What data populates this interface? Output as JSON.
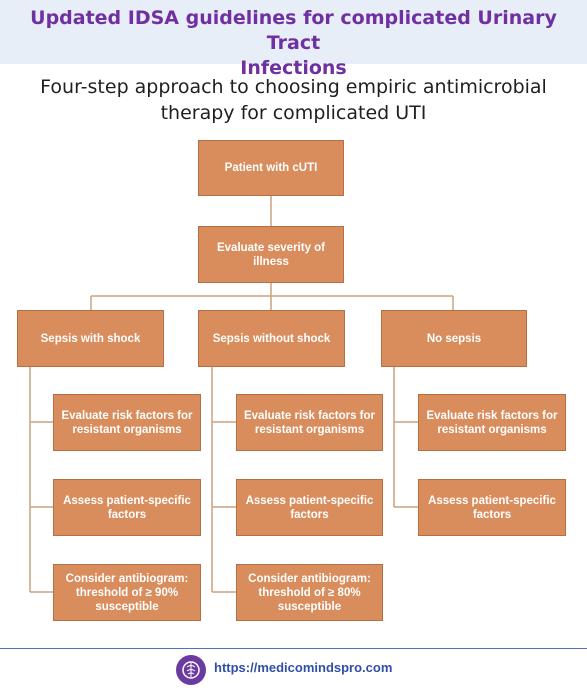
{
  "header": {
    "title_line1": "Updated IDSA guidelines for complicated Urinary Tract",
    "title_line2": "Infections"
  },
  "subtitle": {
    "line1": "Four-step approach to choosing empiric antimicrobial",
    "line2": "therapy for complicated UTI"
  },
  "flow": {
    "root": "Patient with cUTI",
    "severity": "Evaluate severity of illness",
    "branches": [
      {
        "label": "Sepsis with shock",
        "steps": [
          "Evaluate risk factors for resistant organisms",
          "Assess patient-specific factors",
          "Consider antibiogram: threshold of ≥ 90% susceptible"
        ]
      },
      {
        "label": "Sepsis without shock",
        "steps": [
          "Evaluate risk factors for resistant organisms",
          "Assess patient-specific factors",
          "Consider antibiogram: threshold of ≥ 80% susceptible"
        ]
      },
      {
        "label": "No sepsis",
        "steps": [
          "Evaluate risk factors for resistant organisms",
          "Assess patient-specific factors"
        ]
      }
    ]
  },
  "footer": {
    "url": "https://medicomindspro.com",
    "icon": "brain-logo-icon"
  },
  "colors": {
    "node_fill": "#d98c5c",
    "header_text": "#7030a0",
    "header_bg": "#e7eef8",
    "connector": "#c8a27f"
  }
}
